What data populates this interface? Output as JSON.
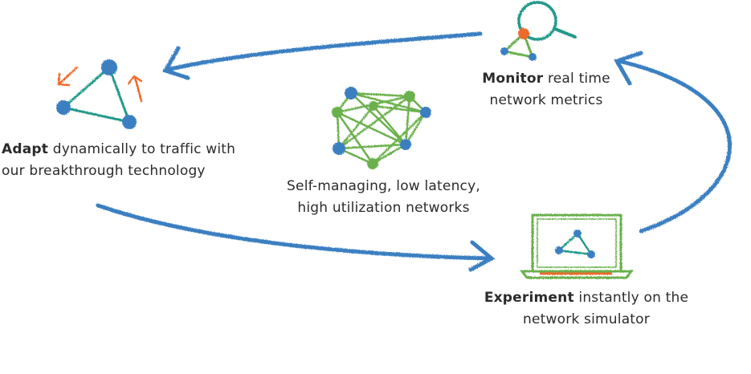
{
  "colors": {
    "arrow": "#3a7fc1",
    "node_blue": "#3a7fc1",
    "teal": "#20998a",
    "green": "#6ab04c",
    "orange": "#ee6a2a",
    "text": "#2b2b2b"
  },
  "steps": {
    "adapt": {
      "bold": "Adapt",
      "line1": " dynamically to traffic with",
      "line2": "our breakthrough technology"
    },
    "monitor": {
      "bold": "Monitor",
      "line1": " real time",
      "line2": "network metrics"
    },
    "experiment": {
      "bold": "Experiment",
      "line1": " instantly on the",
      "line2": "network simulator"
    }
  },
  "center": {
    "line1": "Self-managing, low latency,",
    "line2": "high utilization networks"
  },
  "icons": {
    "adapt": "triangle-network-arrows-icon",
    "monitor": "magnifier-network-icon",
    "experiment": "laptop-network-icon",
    "center": "mesh-network-icon"
  }
}
